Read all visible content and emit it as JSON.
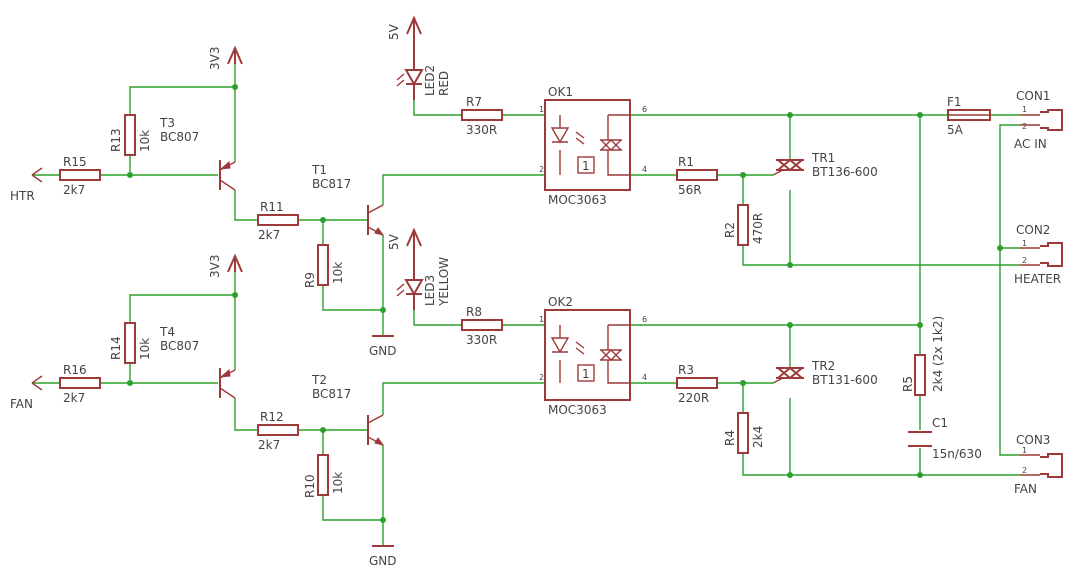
{
  "colors": {
    "wire": "#2ca02c",
    "symbol": "#9e3a3a",
    "text": "#444444"
  },
  "supplies": {
    "v3v3": "3V3",
    "v5": "5V",
    "gnd": "GND"
  },
  "ports": {
    "htr": "HTR",
    "fan": "FAN"
  },
  "components": {
    "r15": {
      "name": "R15",
      "value": "2k7"
    },
    "r13": {
      "name": "R13",
      "value": "10k"
    },
    "t3": {
      "name": "T3",
      "value": "BC807"
    },
    "r11": {
      "name": "R11",
      "value": "2k7"
    },
    "t1": {
      "name": "T1",
      "value": "BC817"
    },
    "r9": {
      "name": "R9",
      "value": "10k"
    },
    "r16": {
      "name": "R16",
      "value": "2k7"
    },
    "r14": {
      "name": "R14",
      "value": "10k"
    },
    "t4": {
      "name": "T4",
      "value": "BC807"
    },
    "r12": {
      "name": "R12",
      "value": "2k7"
    },
    "t2": {
      "name": "T2",
      "value": "BC817"
    },
    "r10": {
      "name": "R10",
      "value": "10k"
    },
    "led2": {
      "name": "LED2",
      "value": "RED"
    },
    "led3": {
      "name": "LED3",
      "value": "YELLOW"
    },
    "r7": {
      "name": "R7",
      "value": "330R"
    },
    "r8": {
      "name": "R8",
      "value": "330R"
    },
    "ok1": {
      "name": "OK1",
      "value": "MOC3063",
      "pin1": "1",
      "pin2": "2",
      "pin4": "4",
      "pin6": "6"
    },
    "ok2": {
      "name": "OK2",
      "value": "MOC3063",
      "pin1": "1",
      "pin2": "2",
      "pin4": "4",
      "pin6": "6"
    },
    "r1": {
      "name": "R1",
      "value": "56R"
    },
    "r2": {
      "name": "R2",
      "value": "470R"
    },
    "r3": {
      "name": "R3",
      "value": "220R"
    },
    "r4": {
      "name": "R4",
      "value": "2k4"
    },
    "tr1": {
      "name": "TR1",
      "value": "BT136-600"
    },
    "tr2": {
      "name": "TR2",
      "value": "BT131-600"
    },
    "r5": {
      "name": "R5",
      "value": "2k4 (2x 1k2)"
    },
    "c1": {
      "name": "C1",
      "value": "15n/630"
    },
    "f1": {
      "name": "F1",
      "value": "5A"
    },
    "con1": {
      "name": "CON1",
      "value": "AC IN",
      "pin1": "1",
      "pin2": "2"
    },
    "con2": {
      "name": "CON2",
      "value": "HEATER",
      "pin1": "1",
      "pin2": "2"
    },
    "con3": {
      "name": "CON3",
      "value": "FAN",
      "pin1": "1",
      "pin2": "2"
    }
  }
}
